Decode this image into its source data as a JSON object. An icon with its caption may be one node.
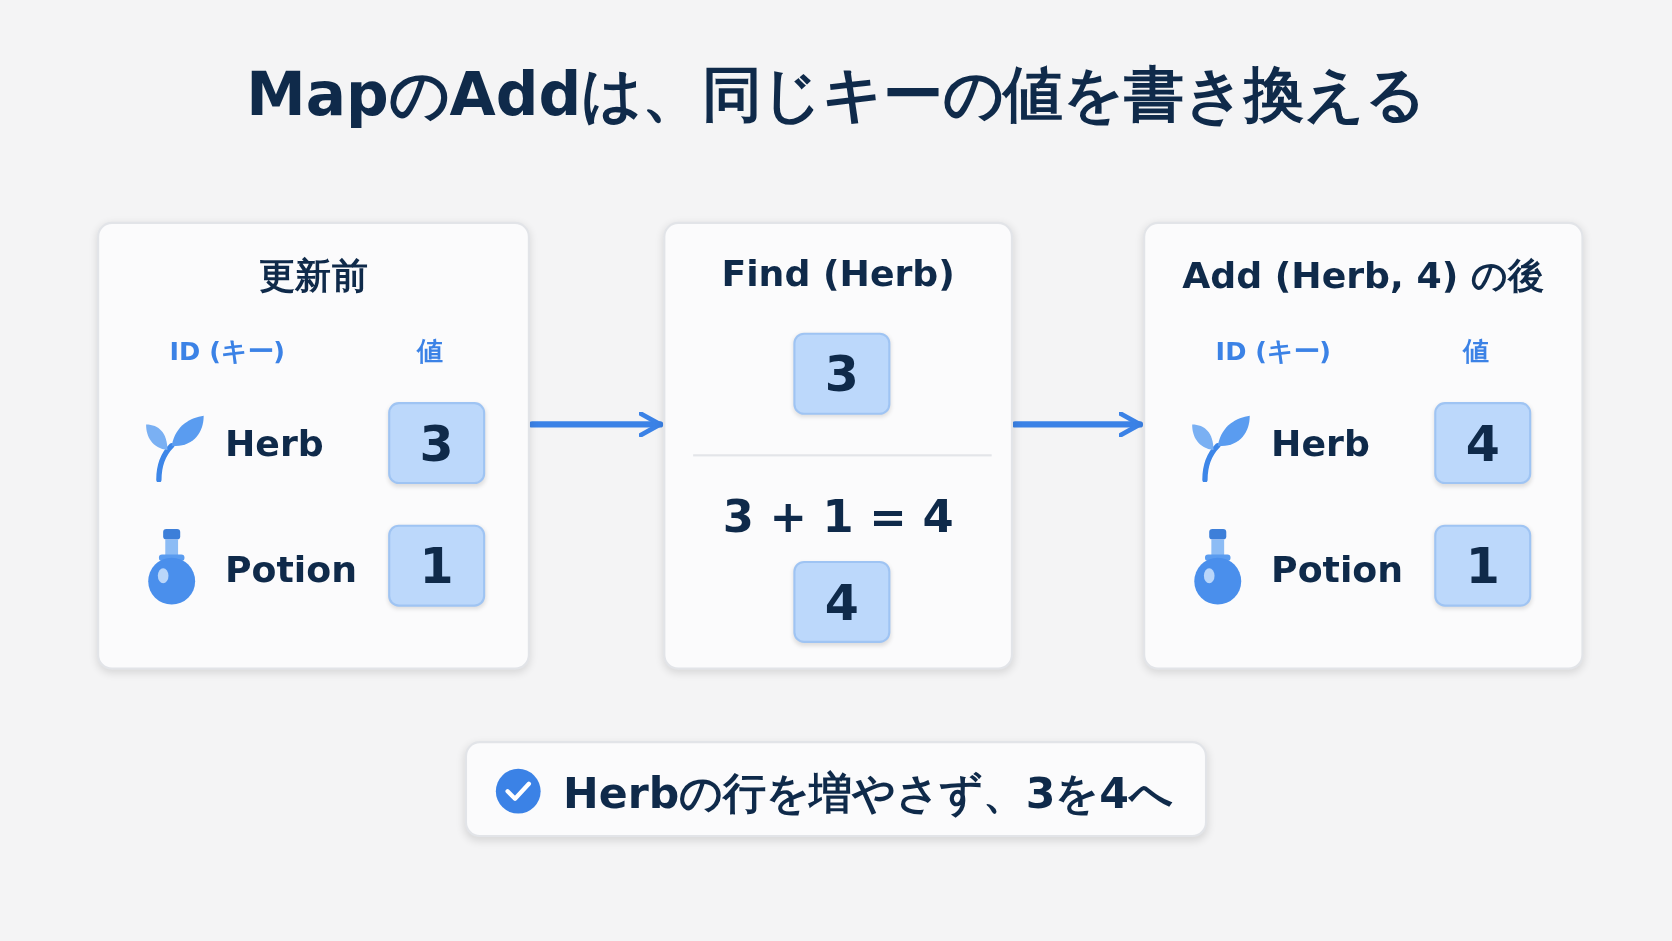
{
  "diagram": {
    "title": "MapのAddは、同じキーの値を書き換える",
    "nodes": [
      {
        "text": [
          "更新前",
          "ID (キー)",
          "値",
          "Herb",
          "Potion"
        ]
      },
      {
        "text": [
          "3"
        ],
        "in": 0
      },
      {
        "text": [
          "1"
        ],
        "in": 0
      },
      {
        "text": [
          "Find (Herb)",
          "3 + 1 = 4"
        ]
      },
      {
        "text": [
          "3"
        ],
        "in": 3
      },
      {
        "text": [
          "4"
        ],
        "in": 3
      },
      {
        "text": [
          "Add (Herb, 4) の後",
          "ID (キー)",
          "値",
          "Herb",
          "Potion"
        ]
      },
      {
        "text": [
          "4"
        ],
        "in": 6
      },
      {
        "text": [
          "1"
        ],
        "in": 6
      },
      {
        "text": [
          "Herbの行を増やさず、3を4へ"
        ]
      }
    ],
    "edges": [
      {
        "from": 0,
        "to": 3,
        "arrow": "to"
      },
      {
        "from": 3,
        "to": 6,
        "arrow": "to"
      }
    ]
  }
}
